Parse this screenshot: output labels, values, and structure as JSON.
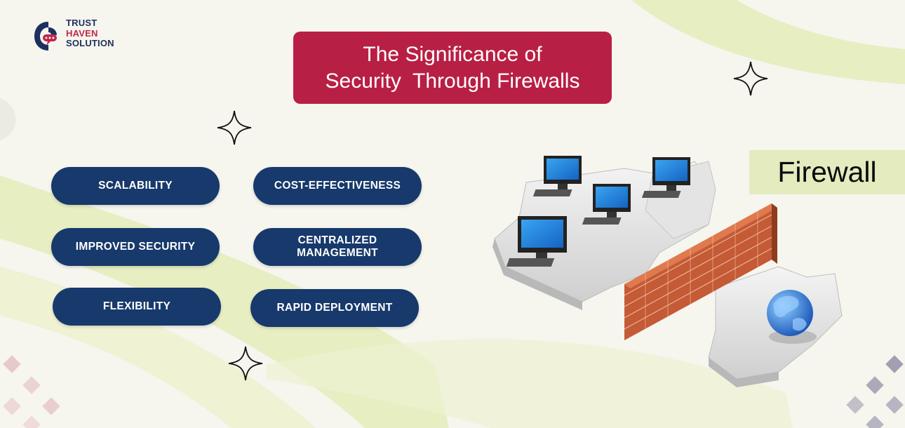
{
  "brand": {
    "line1": "TRUST",
    "line2": "HAVEN",
    "line3": "SOLUTION"
  },
  "title": {
    "line1": "The Significance of",
    "line2": "Security  Through Firewalls"
  },
  "features": [
    "SCALABILITY",
    "COST-EFFECTIVENESS",
    "IMPROVED SECURITY",
    "CENTRALIZED\nMANAGEMENT",
    "FLEXIBILITY",
    "RAPID DEPLOYMENT"
  ],
  "illustration_label": "Firewall",
  "colors": {
    "title_bg": "#b81f44",
    "pill_bg": "#17396b",
    "label_bg": "#e3ebbf",
    "background": "#f6f5ee",
    "accent_green": "#e6edbd",
    "brick": "#c45a36"
  },
  "icons": [
    "sparkle-icon",
    "computer-icon",
    "globe-icon",
    "brick-wall-icon",
    "puzzle-piece-icon"
  ]
}
